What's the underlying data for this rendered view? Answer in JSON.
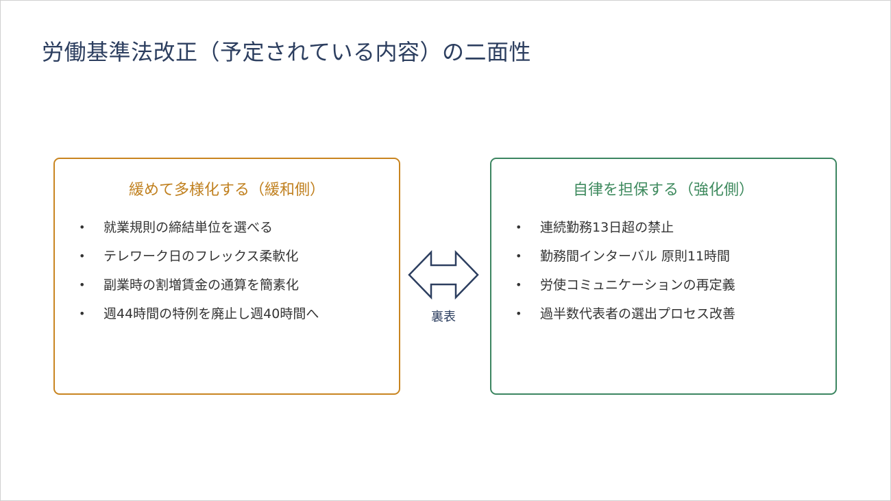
{
  "title": "労働基準法改正（予定されている内容）の二面性",
  "left_panel": {
    "heading": "緩めて多様化する（緩和側）",
    "bullet_symbol": "•",
    "items": [
      "就業規則の締結単位を選べる",
      "テレワーク日のフレックス柔軟化",
      "副業時の割増賃金の通算を簡素化",
      "週44時間の特例を廃止し週40時間へ"
    ],
    "color": "#c8841f"
  },
  "right_panel": {
    "heading": "自律を担保する（強化側）",
    "bullet_symbol": "•",
    "items": [
      "連続勤務13日超の禁止",
      "勤務間インターバル 原則11時間",
      "労使コミュニケーションの再定義",
      "過半数代表者の選出プロセス改善"
    ],
    "color": "#3b8560"
  },
  "center": {
    "arrow_icon": "double-arrow-icon",
    "label": "裏表",
    "color": "#2c3e5f"
  }
}
